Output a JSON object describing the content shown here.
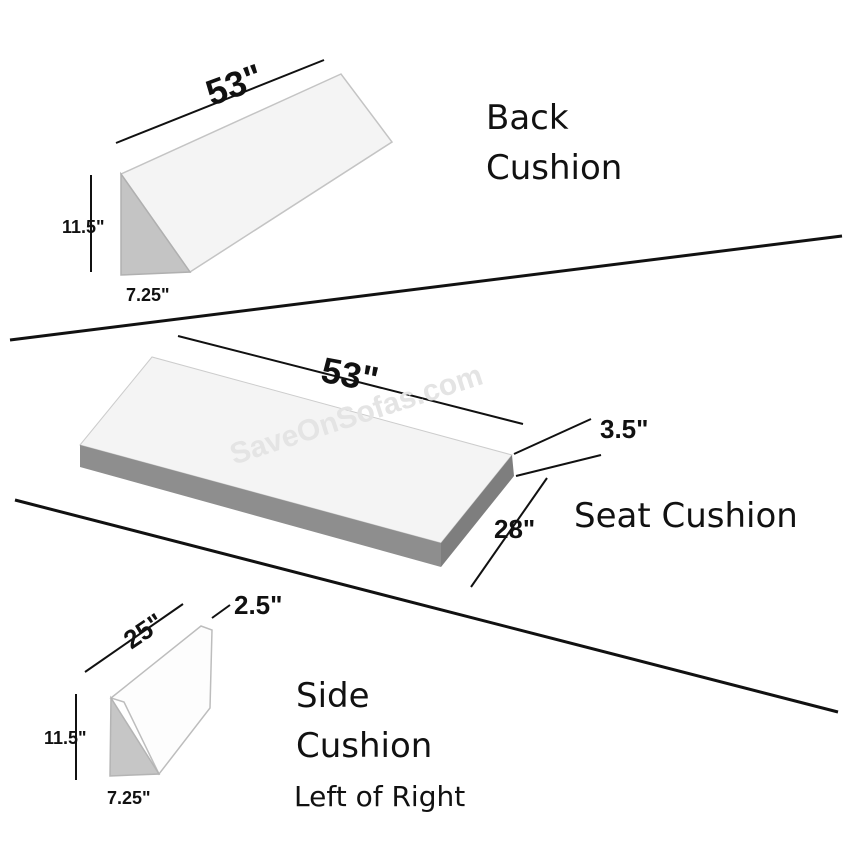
{
  "back_cushion": {
    "title_line1": "Back",
    "title_line2": "Cushion",
    "length": "53\"",
    "height": "11.5\"",
    "depth": "7.25\""
  },
  "seat_cushion": {
    "title": "Seat Cushion",
    "length": "53\"",
    "thickness": "3.5\"",
    "depth": "28\""
  },
  "side_cushion": {
    "title_line1": "Side",
    "title_line2": "Cushion",
    "note": "Left of Right",
    "length": "25\"",
    "width": "2.5\"",
    "height": "11.5\"",
    "depth": "7.25\""
  },
  "watermark": "SaveOnSofas.com",
  "colors": {
    "face_light": "#f2f2f2",
    "face_shade": "#c9c9c9",
    "face_dark": "#8c8c8c",
    "outline": "#bdbdbd",
    "ink": "#111111"
  }
}
